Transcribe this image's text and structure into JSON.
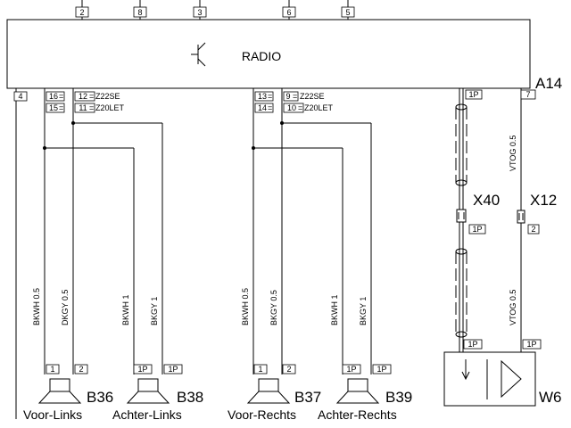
{
  "radio": {
    "title": "RADIO",
    "ref": "A14",
    "top_pins": [
      "2",
      "8",
      "3",
      "6",
      "5"
    ],
    "bottom_pins": {
      "p4": "4",
      "p16": "16",
      "p15": "15",
      "p12": "12",
      "p12_note": "Z22SE",
      "p11": "11",
      "p11_note": "Z20LET",
      "p13": "13",
      "p14": "14",
      "p9": "9",
      "p9_note": "Z22SE",
      "p10": "10",
      "p10_note": "Z20LET",
      "p1p": "1P",
      "p7": "7"
    }
  },
  "wires": {
    "w1": "BKWH 0.5",
    "w2": "DKGY 0.5",
    "w3": "BKWH 1",
    "w4": "BKGY 1",
    "w5": "BKWH 0.5",
    "w6": "BKGY 0.5",
    "w7": "BKWH 1",
    "w8": "BKGY 1",
    "vt_top": "VTOG 0.5",
    "vt_bottom": "VTOG 0.5"
  },
  "connectors": {
    "x40": "X40",
    "x40_pin": "1P",
    "x12": "X12",
    "x12_pin": "2"
  },
  "speakers": {
    "b36": {
      "ref": "B36",
      "label": "Voor-Links",
      "pin_a": "1",
      "pin_b": "2"
    },
    "b38": {
      "ref": "B38",
      "label": "Achter-Links",
      "pin_a": "1P",
      "pin_b": "1P"
    },
    "b37": {
      "ref": "B37",
      "label": "Voor-Rechts",
      "pin_a": "1",
      "pin_b": "2"
    },
    "b39": {
      "ref": "B39",
      "label": "Achter-Rechts",
      "pin_a": "1P",
      "pin_b": "1P"
    }
  },
  "antenna_module": {
    "ref": "W6",
    "pin_a": "1P",
    "pin_b": "1P"
  }
}
